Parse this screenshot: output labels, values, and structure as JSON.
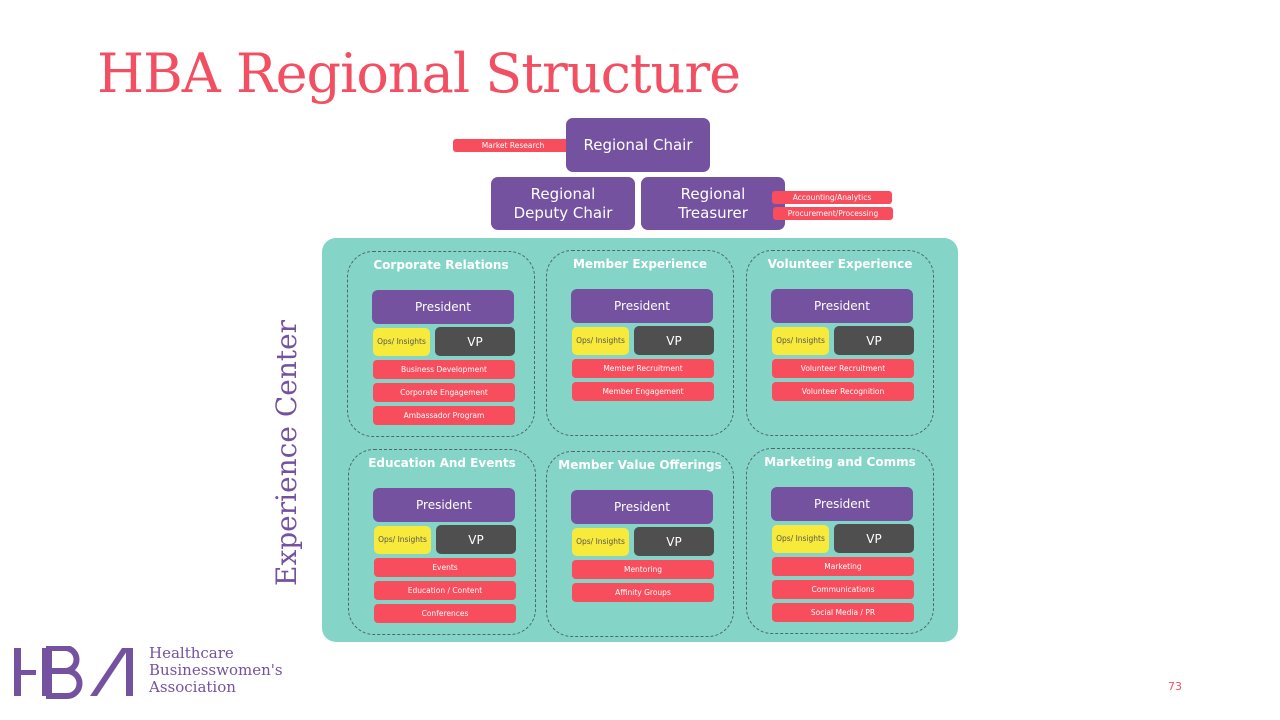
{
  "title": "HBA Regional Structure",
  "leadership": {
    "chair": "Regional Chair",
    "deputy_chair": "Regional Deputy Chair",
    "treasurer": "Regional Treasurer",
    "chair_tags": [
      "Market Research"
    ],
    "treasurer_tags": [
      "Accounting/Analytics",
      "Procurement/Processing"
    ]
  },
  "center_label": "Experience Center",
  "departments": [
    {
      "name": "Corporate Relations",
      "president": "President",
      "ops": "Ops/ Insights",
      "vp": "VP",
      "functions": [
        "Business Development",
        "Corporate Engagement",
        "Ambassador Program"
      ]
    },
    {
      "name": "Member Experience",
      "president": "President",
      "ops": "Ops/ Insights",
      "vp": "VP",
      "functions": [
        "Member Recruitment",
        "Member Engagement"
      ]
    },
    {
      "name": "Volunteer Experience",
      "president": "President",
      "ops": "Ops/ Insights",
      "vp": "VP",
      "functions": [
        "Volunteer Recruitment",
        "Volunteer Recognition"
      ]
    },
    {
      "name": "Education And Events",
      "president": "President",
      "ops": "Ops/ Insights",
      "vp": "VP",
      "functions": [
        "Events",
        "Education / Content",
        "Conferences"
      ]
    },
    {
      "name": "Member Value Offerings",
      "president": "President",
      "ops": "Ops/ Insights",
      "vp": "VP",
      "functions": [
        "Mentoring",
        "Affinity Groups"
      ]
    },
    {
      "name": "Marketing and Comms",
      "president": "President",
      "ops": "Ops/ Insights",
      "vp": "VP",
      "functions": [
        "Marketing",
        "Communications",
        "Social Media / PR"
      ]
    }
  ],
  "logo": {
    "mark": "HBA",
    "line1": "Healthcare",
    "line2": "Businesswomen's",
    "line3": "Association"
  },
  "page_number": "73",
  "colors": {
    "title": "#f25062",
    "purple": "#7452a0",
    "teal": "#84d5c8",
    "red": "#f84d5c",
    "yellow": "#f7ea3b",
    "dark": "#4f4f4f"
  }
}
